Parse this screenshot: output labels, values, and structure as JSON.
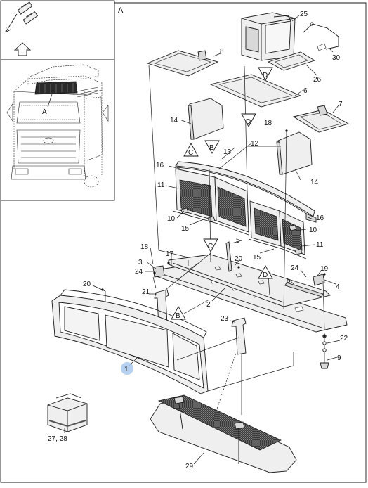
{
  "section_label": "A",
  "inset_label": "A",
  "part_labels": {
    "p1": "1",
    "p2": "2",
    "p3": "3",
    "p4": "4",
    "p5a": "5",
    "p5b": "5",
    "p6": "6",
    "p7": "7",
    "p8": "8",
    "p9": "9",
    "p10a": "10",
    "p10b": "10",
    "p11a": "11",
    "p11b": "11",
    "p12": "12",
    "p13": "13",
    "p14a": "14",
    "p14b": "14",
    "p15a": "15",
    "p15b": "15",
    "p16a": "16",
    "p16b": "16",
    "p17": "17",
    "p18a": "18",
    "p18b": "18",
    "p19": "19",
    "p20a": "20",
    "p20b": "20",
    "p21": "21",
    "p22": "22",
    "p23": "23",
    "p24a": "24",
    "p24b": "24",
    "p25": "25",
    "p26": "26",
    "p2728": "27, 28",
    "p29": "29",
    "p30": "30"
  },
  "reference_marks": {
    "b1": "B",
    "b2": "B",
    "c1": "C",
    "c2": "C",
    "d1": "D",
    "d2": "D",
    "d3": "D"
  },
  "highlighted_part": "1",
  "colors": {
    "highlight": "#a9c8ee",
    "line": "#1a1a1a"
  }
}
